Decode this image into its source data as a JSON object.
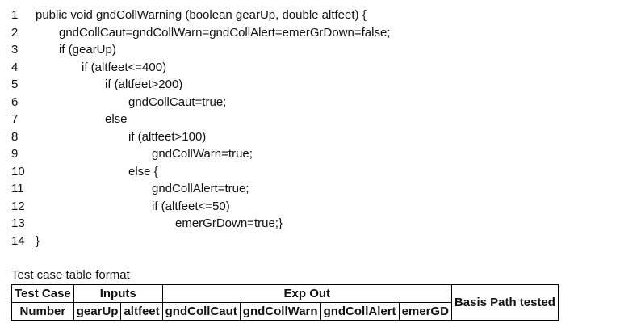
{
  "code": {
    "lines": [
      {
        "num": "1",
        "text": "public void gndCollWarning (boolean gearUp, double altfeet) {"
      },
      {
        "num": "2",
        "text": "gndCollCaut=gndCollWarn=gndCollAlert=emerGrDown=false;"
      },
      {
        "num": "3",
        "text": "if (gearUp)"
      },
      {
        "num": "4",
        "text": "if (altfeet<=400)"
      },
      {
        "num": "5",
        "text": "if (altfeet>200)"
      },
      {
        "num": "6",
        "text": "gndCollCaut=true;"
      },
      {
        "num": "7",
        "text": "else"
      },
      {
        "num": "8",
        "text": "if (altfeet>100)"
      },
      {
        "num": "9",
        "text": "gndCollWarn=true;"
      },
      {
        "num": "10",
        "text": "else {"
      },
      {
        "num": "11",
        "text": "gndCollAlert=true;"
      },
      {
        "num": "12",
        "text": "if (altfeet<=50)"
      },
      {
        "num": "13",
        "text": "emerGrDown=true;}"
      },
      {
        "num": "14",
        "text": "}"
      }
    ]
  },
  "caption": "Test case table format",
  "table": {
    "test_case_label": "Test Case",
    "number_label": "Number",
    "inputs_label": "Inputs",
    "exp_out_label": "Exp Out",
    "basis_path_label": "Basis Path tested",
    "input_columns": [
      "gearUp",
      "altfeet"
    ],
    "output_columns": [
      "gndCollCaut",
      "gndCollWarn",
      "gndCollAlert",
      "emerGD"
    ]
  }
}
